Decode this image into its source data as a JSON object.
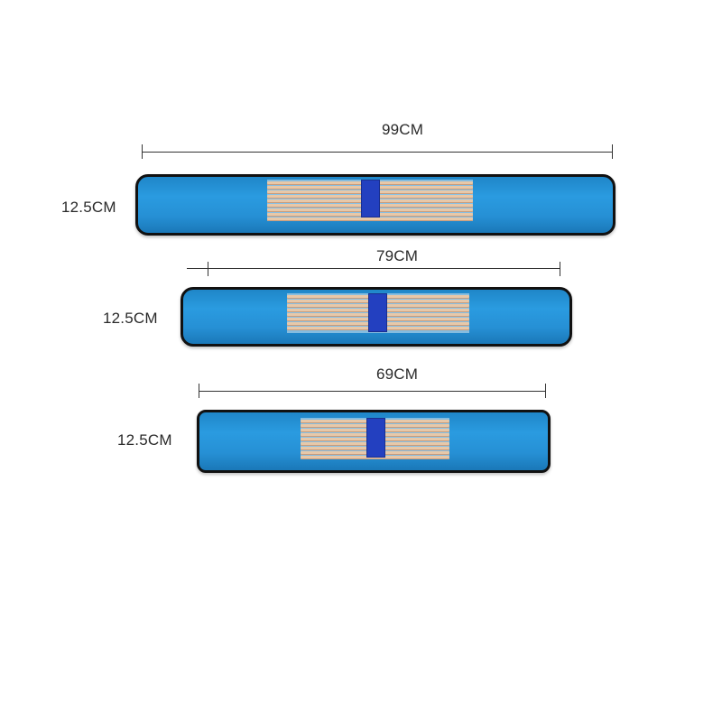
{
  "belts": [
    {
      "length_label": "99CM",
      "height_label": "12.5CM"
    },
    {
      "length_label": "79CM",
      "height_label": "12.5CM"
    },
    {
      "length_label": "69CM",
      "height_label": "12.5CM"
    }
  ],
  "colors": {
    "belt_fill": "#2a9be0",
    "belt_border": "#111111",
    "stay_color": "#e8c8a8",
    "center_patch": "#2340c0"
  }
}
